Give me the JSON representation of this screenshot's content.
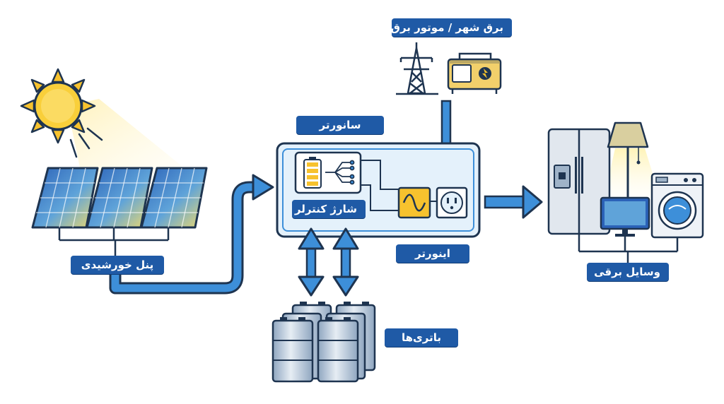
{
  "labels": {
    "solar_panel": "پنل خورشیدی",
    "grid_generator": "برق شهر / موتور برق",
    "sanvortor": "سانورتر",
    "charge_controller": "شارژ کنترلر",
    "inverter": "اینورتر",
    "batteries": "باتری‌ها",
    "appliances": "وسایل برقی"
  },
  "colors": {
    "label_bg": "#1f5aa6",
    "flow_arrow": "#3d8fd9",
    "outline": "#1e3450",
    "sun": "#f7c22e",
    "panel_blue": "#2b62b8",
    "inverter_box": "#e4f1fb"
  }
}
